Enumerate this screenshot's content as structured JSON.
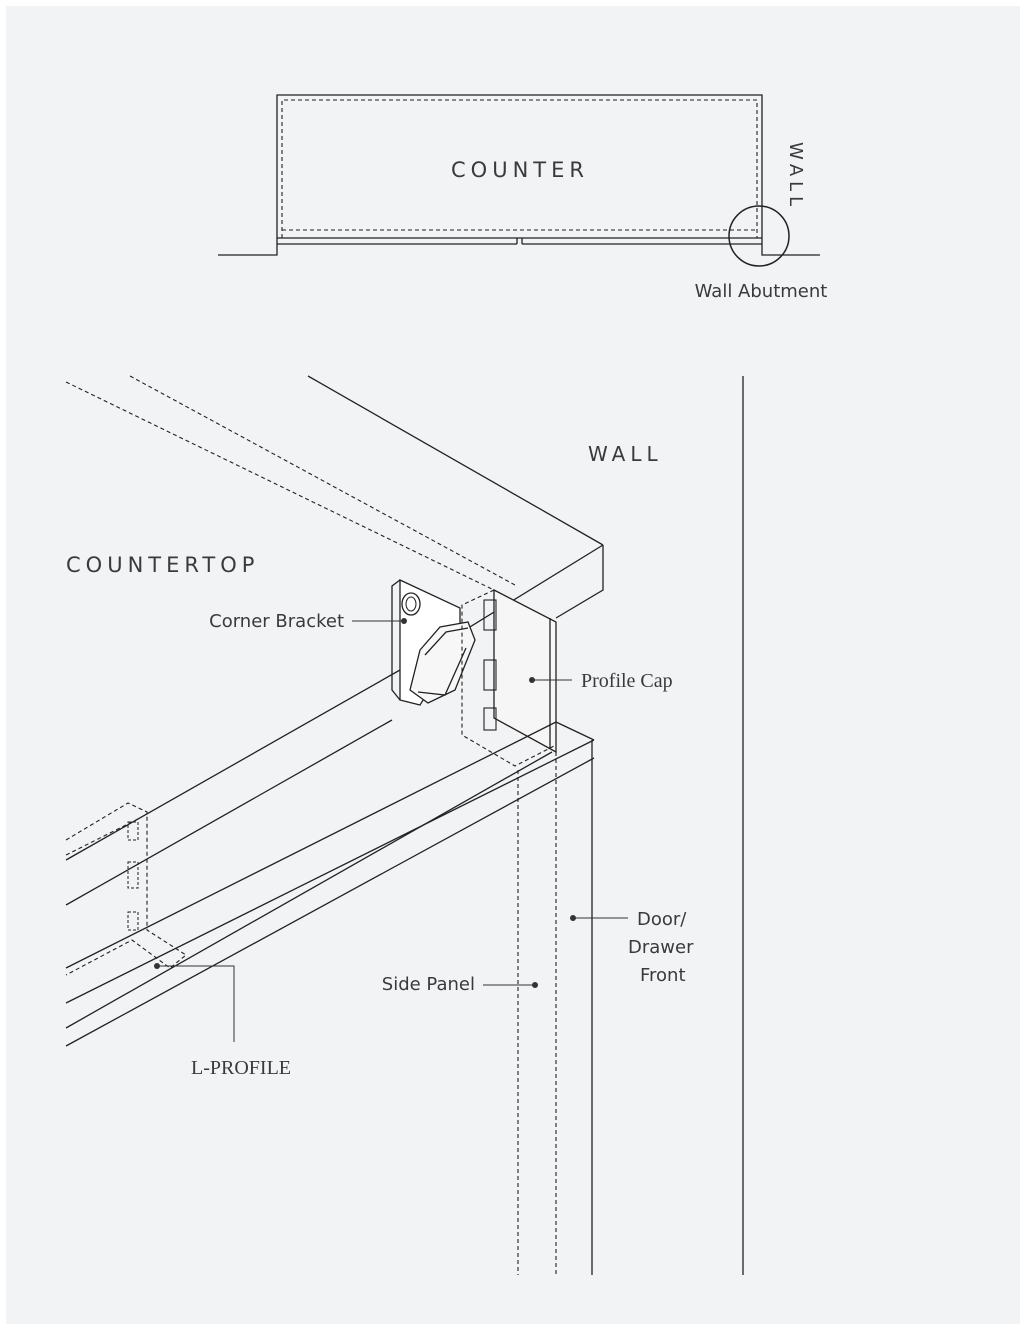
{
  "colors": {
    "background": "#f2f3f5",
    "ink": "#222222",
    "text": "#3a3a3a"
  },
  "top_view": {
    "counter_label": "COUNTER",
    "wall_label": "WALL",
    "abutment_label": "Wall Abutment"
  },
  "iso_view": {
    "countertop_label": "COUNTERTOP",
    "wall_label": "WALL",
    "corner_bracket_label": "Corner Bracket",
    "profile_cap_label": "Profile Cap",
    "door_label_1": "Door/",
    "door_label_2": "Drawer",
    "door_label_3": "Front",
    "side_panel_label": "Side Panel",
    "l_profile_label": "L-PROFILE"
  }
}
